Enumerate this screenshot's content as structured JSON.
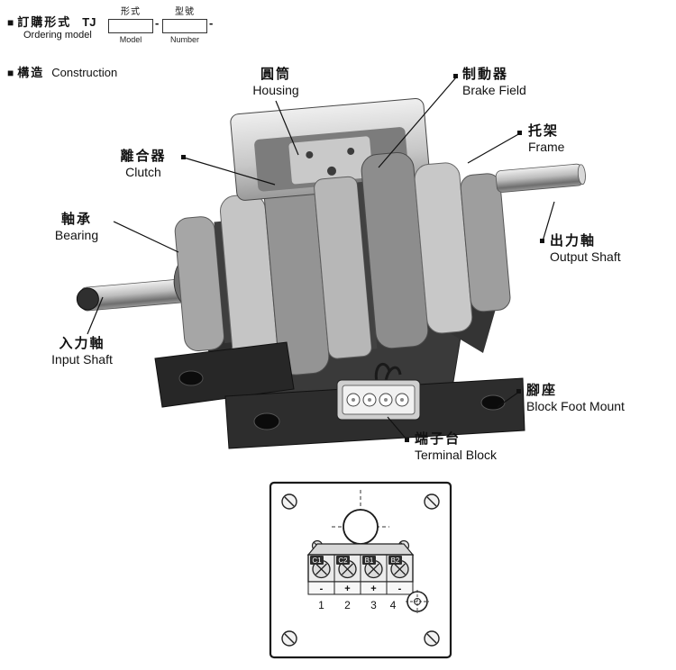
{
  "ordering": {
    "marker": "■",
    "title_zh": "訂購形式",
    "subtitle_en": "Ordering model",
    "model_code": "TJ",
    "separator": "-",
    "fields": [
      {
        "label_zh": "形式",
        "label_en": "Model"
      },
      {
        "label_zh": "型號",
        "label_en": "Number"
      }
    ]
  },
  "construction": {
    "marker": "■",
    "title_zh": "構造",
    "title_en": "Construction"
  },
  "callouts": {
    "housing": {
      "zh": "圓筒",
      "en": "Housing"
    },
    "brake_field": {
      "zh": "制動器",
      "en": "Brake Field"
    },
    "frame": {
      "zh": "托架",
      "en": "Frame"
    },
    "clutch": {
      "zh": "離合器",
      "en": "Clutch"
    },
    "bearing": {
      "zh": "軸承",
      "en": "Bearing"
    },
    "output_shaft": {
      "zh": "出力軸",
      "en": "Output Shaft"
    },
    "input_shaft": {
      "zh": "入力軸",
      "en": "Input Shaft"
    },
    "foot_mount": {
      "zh": "腳座",
      "en": "Block Foot Mount"
    },
    "terminal_block": {
      "zh": "端子台",
      "en": "Terminal Block"
    }
  },
  "terminal_diagram": {
    "terminals": [
      "C1",
      "C2",
      "B1",
      "B2"
    ],
    "polarity": [
      "-",
      "+",
      "+",
      "-"
    ],
    "numbers": [
      "1",
      "2",
      "3",
      "4"
    ]
  },
  "colors": {
    "ink": "#111111",
    "photo_dark": "#2d2d2d",
    "photo_light": "#d6d6d6"
  }
}
